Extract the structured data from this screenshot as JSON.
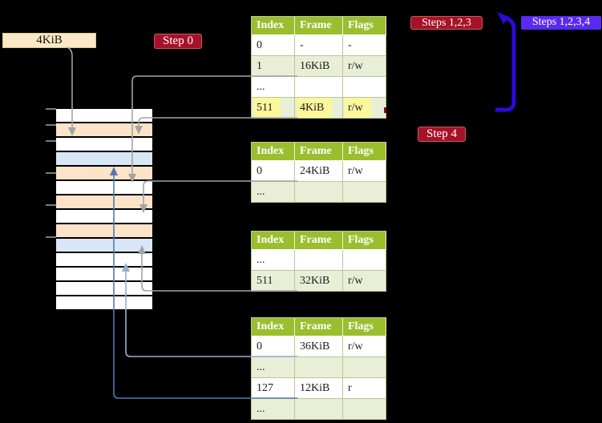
{
  "colors": {
    "background": "#000000",
    "table_header_bg": "#9abe2e",
    "table_row_alt_bg": "#e9efd6",
    "table_border": "#b8c893",
    "highlight_yellow": "#fbf79b",
    "strip_white": "#ffffff",
    "strip_peach": "#fde3c8",
    "strip_blue": "#d9e6f5",
    "wheat_label_bg": "#fae9c6",
    "badge_red_bg": "#a61228",
    "badge_violet_bg": "#5a2bee",
    "arrow_grey": "#a3a3a3",
    "arrow_lightblue": "#97acd7",
    "arrow_steelblue": "#5577b2",
    "arrow_bigblue": "#2a0ad8",
    "tick_grey": "#7a7a7a"
  },
  "labels": {
    "page_size": "4KiB",
    "step0": "Step 0",
    "step4": "Step 4",
    "steps123": "Steps 1,2,3",
    "steps1234": "Steps 1,2,3,4"
  },
  "memory_strip": {
    "rows": [
      "white",
      "peach",
      "white",
      "blue",
      "peach",
      "white",
      "peach",
      "white",
      "peach",
      "blue",
      "white",
      "white",
      "white",
      "white"
    ]
  },
  "tables": [
    {
      "name": "page-table-level-1",
      "headers": [
        "Index",
        "Frame",
        "Flags"
      ],
      "rows": [
        {
          "cells": [
            "0",
            "-",
            "-"
          ]
        },
        {
          "cells": [
            "1",
            "16KiB",
            "r/w"
          ]
        },
        {
          "cells": [
            "...",
            "",
            ""
          ]
        },
        {
          "cells": [
            "511",
            "4KiB",
            "r/w"
          ],
          "highlight": true
        }
      ]
    },
    {
      "name": "page-table-level-2",
      "headers": [
        "Index",
        "Frame",
        "Flags"
      ],
      "rows": [
        {
          "cells": [
            "0",
            "24KiB",
            "r/w"
          ]
        },
        {
          "cells": [
            "...",
            "",
            ""
          ]
        }
      ]
    },
    {
      "name": "page-table-level-3",
      "headers": [
        "Index",
        "Frame",
        "Flags"
      ],
      "rows": [
        {
          "cells": [
            "...",
            "",
            ""
          ]
        },
        {
          "cells": [
            "511",
            "32KiB",
            "r/w"
          ]
        }
      ]
    },
    {
      "name": "page-table-level-4",
      "headers": [
        "Index",
        "Frame",
        "Flags"
      ],
      "rows": [
        {
          "cells": [
            "0",
            "36KiB",
            "r/w"
          ]
        },
        {
          "cells": [
            "...",
            "",
            ""
          ]
        },
        {
          "cells": [
            "127",
            "12KiB",
            "r"
          ]
        },
        {
          "cells": [
            "...",
            "",
            ""
          ]
        }
      ]
    }
  ]
}
